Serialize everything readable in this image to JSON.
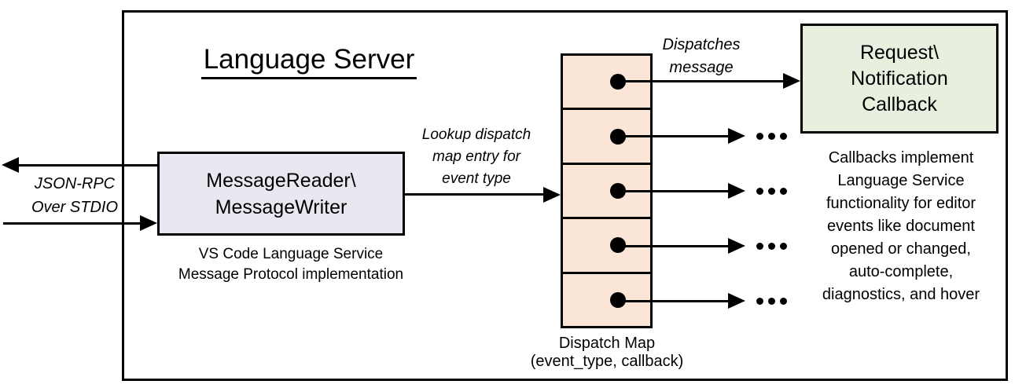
{
  "diagram": {
    "title": "Language Server",
    "colors": {
      "reader_box_fill": "#E9E8F0",
      "dispatch_cell_fill": "#FBE5D6",
      "callback_box_fill": "#E7F0DF",
      "line_color": "#000000"
    },
    "stdio_label": {
      "line1": "JSON-RPC",
      "line2": "Over STDIO"
    },
    "reader_box": {
      "line1": "MessageReader\\",
      "line2": "MessageWriter",
      "caption_line1": "VS Code Language Service",
      "caption_line2": "Message Protocol implementation"
    },
    "lookup_label": {
      "line1": "Lookup dispatch",
      "line2": "map entry for",
      "line3": "event type"
    },
    "dispatches_label": {
      "line1": "Dispatches",
      "line2": "message"
    },
    "dispatch_map": {
      "cell_count": 5,
      "ellipsis": "...",
      "caption_line1": "Dispatch Map",
      "caption_line2": "(event_type, callback)"
    },
    "callback_box": {
      "line1": "Request\\",
      "line2": "Notification",
      "line3": "Callback"
    },
    "right_note": {
      "lines": [
        "Callbacks implement",
        "Language Service",
        "functionality for editor",
        "events like document",
        "opened or changed,",
        "auto-complete,",
        "diagnostics, and hover"
      ]
    }
  }
}
